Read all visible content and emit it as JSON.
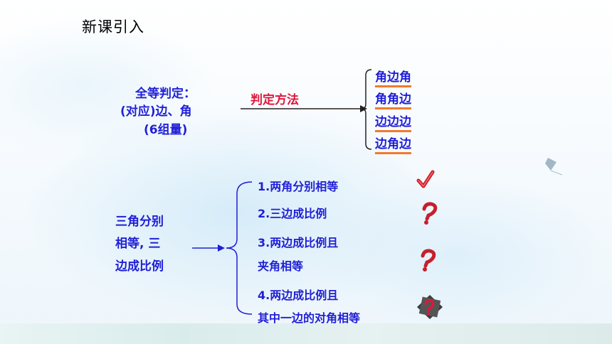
{
  "slide_title": "新课引入",
  "top_section": {
    "criteria_lines": [
      "全等判定：",
      "(对应)边、角",
      "(6组量)"
    ],
    "arrow_label": "判定方法",
    "methods": [
      "角边角",
      "角角边",
      "边边边",
      "边角边"
    ]
  },
  "bottom_section": {
    "condition_lines": [
      "三角分别",
      "相等, 三",
      "边成比例"
    ],
    "cases": [
      {
        "lines": [
          "1.两角分别相等"
        ],
        "mark": "check-mark-icon"
      },
      {
        "lines": [
          "2.三边成比例"
        ],
        "mark": "question-mark-icon"
      },
      {
        "lines": [
          "3.两边成比例且",
          "夹角相等"
        ],
        "mark": "question-mark-icon"
      },
      {
        "lines": [
          "4.两边成比例且",
          "其中一边的对角相等"
        ],
        "mark": "question-badge-icon"
      }
    ]
  },
  "colors": {
    "text_blue": "#1f1fd6",
    "accent_red": "#e0163c",
    "underline_orange": "#f07a2e"
  }
}
